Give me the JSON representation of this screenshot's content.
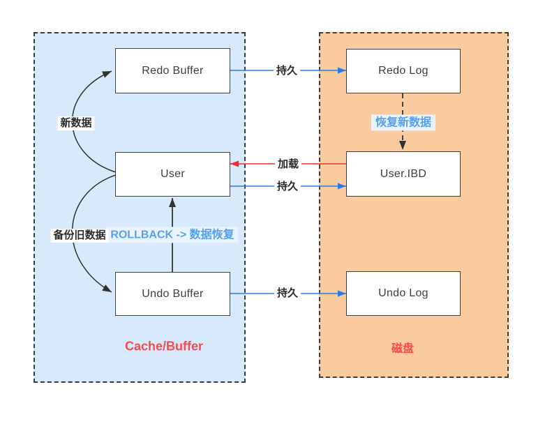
{
  "regions": [
    {
      "id": "cache",
      "label": "Cache/Buffer"
    },
    {
      "id": "disk",
      "label": "磁盘"
    }
  ],
  "nodes": [
    {
      "id": "redo_buffer",
      "label": "Redo Buffer"
    },
    {
      "id": "user",
      "label": "User"
    },
    {
      "id": "undo_buffer",
      "label": "Undo Buffer"
    },
    {
      "id": "redo_log",
      "label": "Redo Log"
    },
    {
      "id": "user_ibd",
      "label": "User.IBD"
    },
    {
      "id": "undo_log",
      "label": "Undo Log"
    }
  ],
  "edges": [
    {
      "id": "persist_redo",
      "label": "持久",
      "from": "Redo Buffer",
      "to": "Redo Log",
      "color": "#2b7ce0",
      "style": "solid"
    },
    {
      "id": "load",
      "label": "加载",
      "from": "User.IBD",
      "to": "User",
      "color": "#f02c2c",
      "style": "solid"
    },
    {
      "id": "persist_user",
      "label": "持久",
      "from": "User",
      "to": "User.IBD",
      "color": "#2b7ce0",
      "style": "solid"
    },
    {
      "id": "persist_undo",
      "label": "持久",
      "from": "Undo Buffer",
      "to": "Undo Log",
      "color": "#2b7ce0",
      "style": "solid"
    },
    {
      "id": "recover_new",
      "label": "恢复新数据",
      "from": "Redo Log",
      "to": "User.IBD",
      "color": "#333333",
      "style": "dashed"
    },
    {
      "id": "rollback",
      "label": "ROLLBACK -> 数据恢复",
      "from": "Undo Buffer",
      "to": "User",
      "color": "#333333",
      "style": "solid"
    },
    {
      "id": "new_data",
      "label": "新数据",
      "from": "User",
      "to": "Redo Buffer",
      "color": "#333333",
      "style": "curve"
    },
    {
      "id": "backup_old",
      "label": "备份旧数据",
      "from": "User",
      "to": "Undo Buffer",
      "color": "#333333",
      "style": "curve"
    }
  ],
  "colors": {
    "cache_fill": "#d7e9fb",
    "disk_fill": "#facb9e",
    "blue_arrow": "#2b7ce0",
    "red_arrow": "#f02c2c",
    "dark_arrow": "#333333",
    "accent_label_text": "#58a1ec",
    "accent_label_bg": "#e9f3fe",
    "region_label_color": "#fb4a4a"
  }
}
